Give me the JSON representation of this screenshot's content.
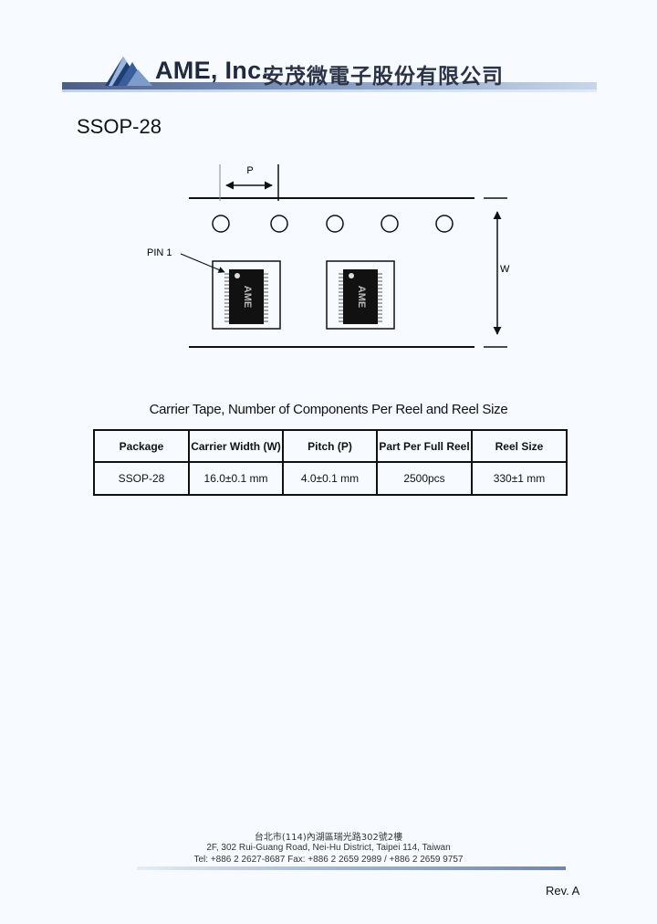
{
  "header": {
    "company_name": "AME, Inc.",
    "company_chinese": "安茂微電子股份有限公司",
    "logo_icon": "ame-mountain-logo-icon",
    "brand_color": "#2e4a7e"
  },
  "package_title": "SSOP-28",
  "diagram": {
    "pitch_label": "P",
    "width_label": "W",
    "pin1_label": "PIN 1",
    "chip_marking": "AME"
  },
  "table": {
    "caption": "Carrier Tape, Number of Components Per Reel and Reel Size",
    "headers": [
      "Package",
      "Carrier Width (W)",
      "Pitch (P)",
      "Part Per Full Reel",
      "Reel Size"
    ],
    "rows": [
      [
        "SSOP-28",
        "16.0±0.1 mm",
        "4.0±0.1 mm",
        "2500pcs",
        "330±1 mm"
      ]
    ]
  },
  "footer": {
    "address_cn": "台北市(114)內湖區瑞光路302號2樓",
    "address_en": "2F, 302 Rui-Guang Road, Nei-Hu District, Taipei 114, Taiwan",
    "contact": "Tel: +886 2 2627-8687  Fax: +886 2 2659 2989 / +886 2 2659 9757",
    "revision": "Rev. A"
  }
}
